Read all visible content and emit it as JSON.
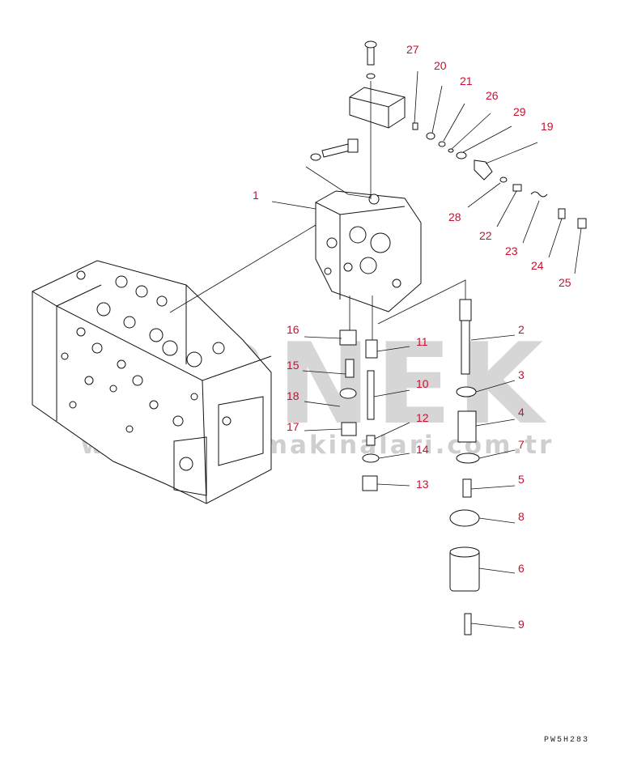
{
  "watermark": {
    "brand": "ÖRNEK",
    "url": "www.ornekmakinalari.com.tr"
  },
  "reference_code": "PW5H283",
  "callouts": {
    "c1": "1",
    "c2": "2",
    "c3": "3",
    "c4": "4",
    "c5": "5",
    "c6": "6",
    "c7": "7",
    "c8": "8",
    "c9": "9",
    "c10": "10",
    "c11": "11",
    "c12": "12",
    "c13": "13",
    "c14": "14",
    "c15": "15",
    "c16": "16",
    "c17": "17",
    "c18": "18",
    "c19": "19",
    "c20": "20",
    "c21": "21",
    "c22": "22",
    "c23": "23",
    "c24": "24",
    "c25": "25",
    "c26": "26",
    "c27": "27",
    "c28": "28",
    "c29": "29"
  },
  "colors": {
    "callout": "#c8102e",
    "line": "#111111",
    "watermark": "#d6d6d6"
  }
}
